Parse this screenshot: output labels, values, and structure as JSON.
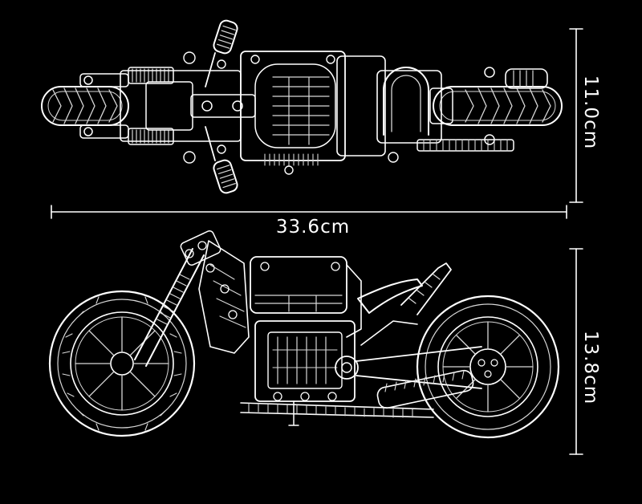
{
  "dimensions": {
    "length": "33.6cm",
    "top_height": "11.0cm",
    "side_height": "13.8cm"
  },
  "colors": {
    "background": "#000000",
    "line": "#ffffff"
  }
}
